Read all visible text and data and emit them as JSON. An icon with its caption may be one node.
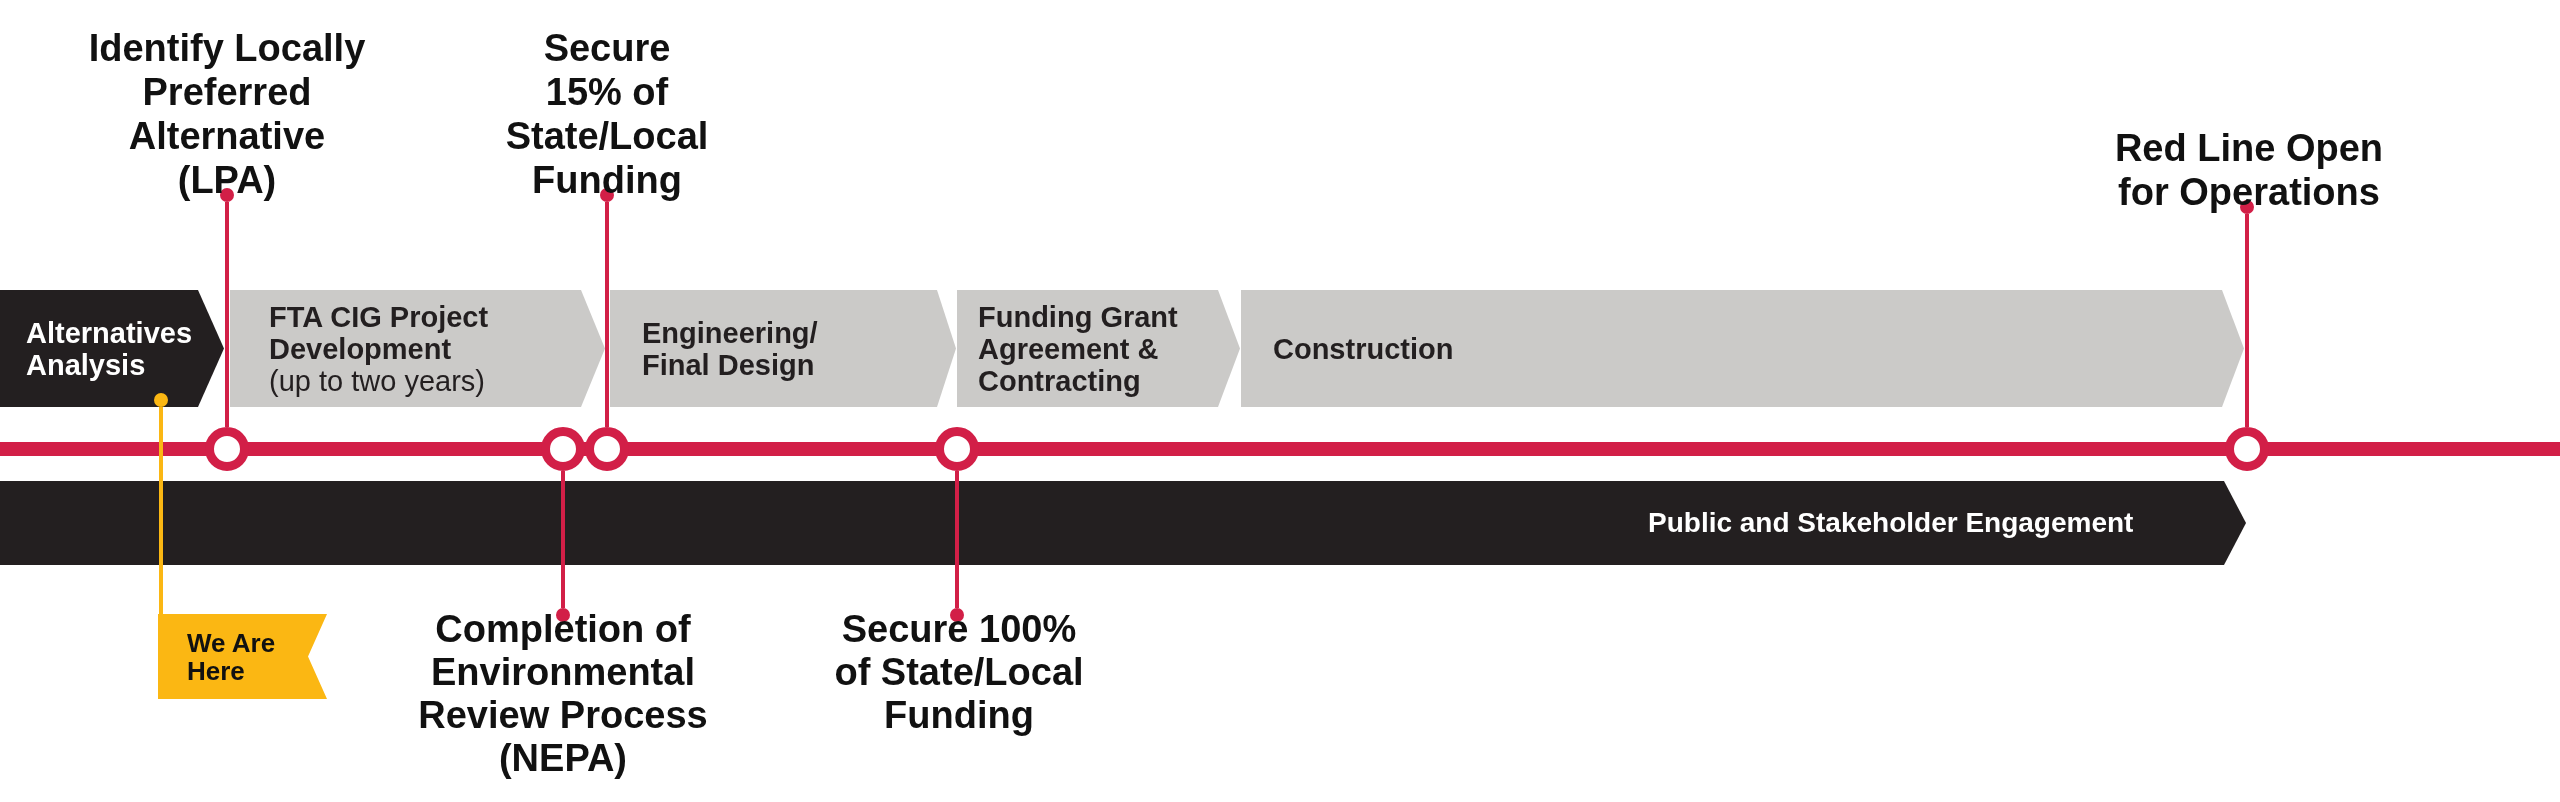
{
  "diagram": {
    "nodes": [
      {
        "text": [
          "Identify Locally Preferred Alternative (LPA)"
        ]
      },
      {
        "text": [
          "Secure 15% of State/Local Funding"
        ]
      },
      {
        "text": [
          "Red Line Open for Operations"
        ]
      },
      {
        "text": [
          "Alternatives Analysis"
        ]
      },
      {
        "text": [
          "FTA CIG Project Development",
          "(up to two years)"
        ]
      },
      {
        "text": [
          "Engineering/ Final Design"
        ]
      },
      {
        "text": [
          "Funding Grant Agreement & Contracting"
        ]
      },
      {
        "text": [
          "Construction"
        ]
      },
      {
        "text": [],
        "shape": "bar"
      },
      {
        "text": [],
        "shape": "circle"
      },
      {
        "text": [],
        "shape": "circle"
      },
      {
        "text": [],
        "shape": "circle"
      },
      {
        "text": [],
        "shape": "circle"
      },
      {
        "text": [],
        "shape": "circle"
      },
      {
        "text": [
          "Public and Stakeholder Engagement"
        ]
      },
      {
        "text": [
          "We Are Here"
        ]
      },
      {
        "text": [
          "Completion of Environmental Review Process (NEPA)"
        ]
      },
      {
        "text": [
          "Secure 100% of State/Local Funding"
        ]
      }
    ],
    "edges": [
      {
        "from": 0,
        "to": 9,
        "arrow": "other"
      },
      {
        "from": 1,
        "to": 11,
        "arrow": "other"
      },
      {
        "from": 2,
        "to": 13,
        "arrow": "other"
      },
      {
        "from": 3,
        "to": 15,
        "arrow": "other",
        "color": "#fbb713"
      },
      {
        "from": 16,
        "to": 10,
        "arrow": "other"
      },
      {
        "from": 17,
        "to": 12,
        "arrow": "other"
      }
    ]
  }
}
